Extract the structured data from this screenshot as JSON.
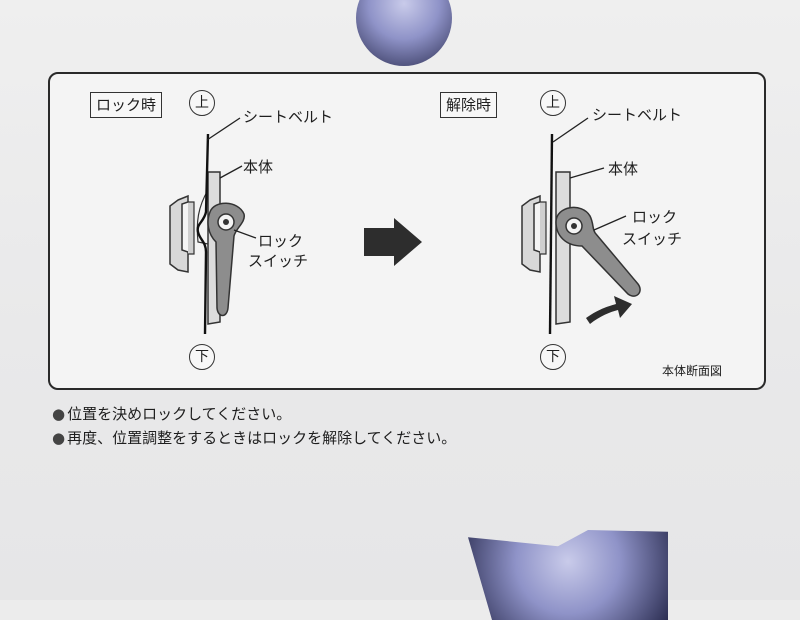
{
  "diagram": {
    "lock_state": {
      "tag": "ロック時",
      "up": "上",
      "down": "下",
      "belt_label": "シートベルト",
      "body_label": "本体",
      "switch_label_1": "ロック",
      "switch_label_2": "スイッチ"
    },
    "release_state": {
      "tag": "解除時",
      "up": "上",
      "down": "下",
      "belt_label": "シートベルト",
      "body_label": "本体",
      "switch_label_1": "ロック",
      "switch_label_2": "スイッチ"
    },
    "arrow": "arrow-right-icon",
    "caption": "本体断面図"
  },
  "notes": [
    "位置を決めロックしてください。",
    "再度、位置調整をするときはロックを解除してください。"
  ],
  "colors": {
    "outline": "#2a2a2a",
    "part_fill": "#d4d4d4",
    "switch_fill": "#8a8a8a",
    "hole": "#2c2e52"
  }
}
